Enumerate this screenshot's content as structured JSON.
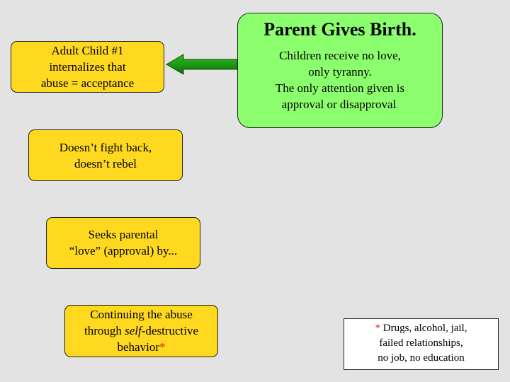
{
  "parent": {
    "title": "Parent Gives Birth.",
    "lines": [
      "Children receive no love,",
      "only tyranny.",
      "The only attention given is",
      "approval or disapproval"
    ],
    "end_mark": "."
  },
  "steps": [
    {
      "lines": [
        "Adult Child #1",
        "internalizes that",
        "abuse = acceptance"
      ]
    },
    {
      "lines": [
        "Doesn’t fight back,",
        "doesn’t rebel"
      ]
    },
    {
      "lines": [
        "Seeks parental",
        "“love” (approval) by..."
      ]
    },
    {
      "line1": "Continuing the abuse",
      "line2_pre": "through ",
      "line2_em": "self",
      "line2_post": "-destructive",
      "line3": "behavior",
      "asterisk": "*"
    }
  ],
  "footnote": {
    "asterisk": "*",
    "line1": " Drugs, alcohol, jail,",
    "line2": "failed relationships,",
    "line3": "no job, no education"
  },
  "colors": {
    "background": "#e3e3e3",
    "step_fill": "#ffd91f",
    "parent_fill": "#8cff6e",
    "arrow_fill": "#1e9a14",
    "asterisk": "#e0201a"
  }
}
